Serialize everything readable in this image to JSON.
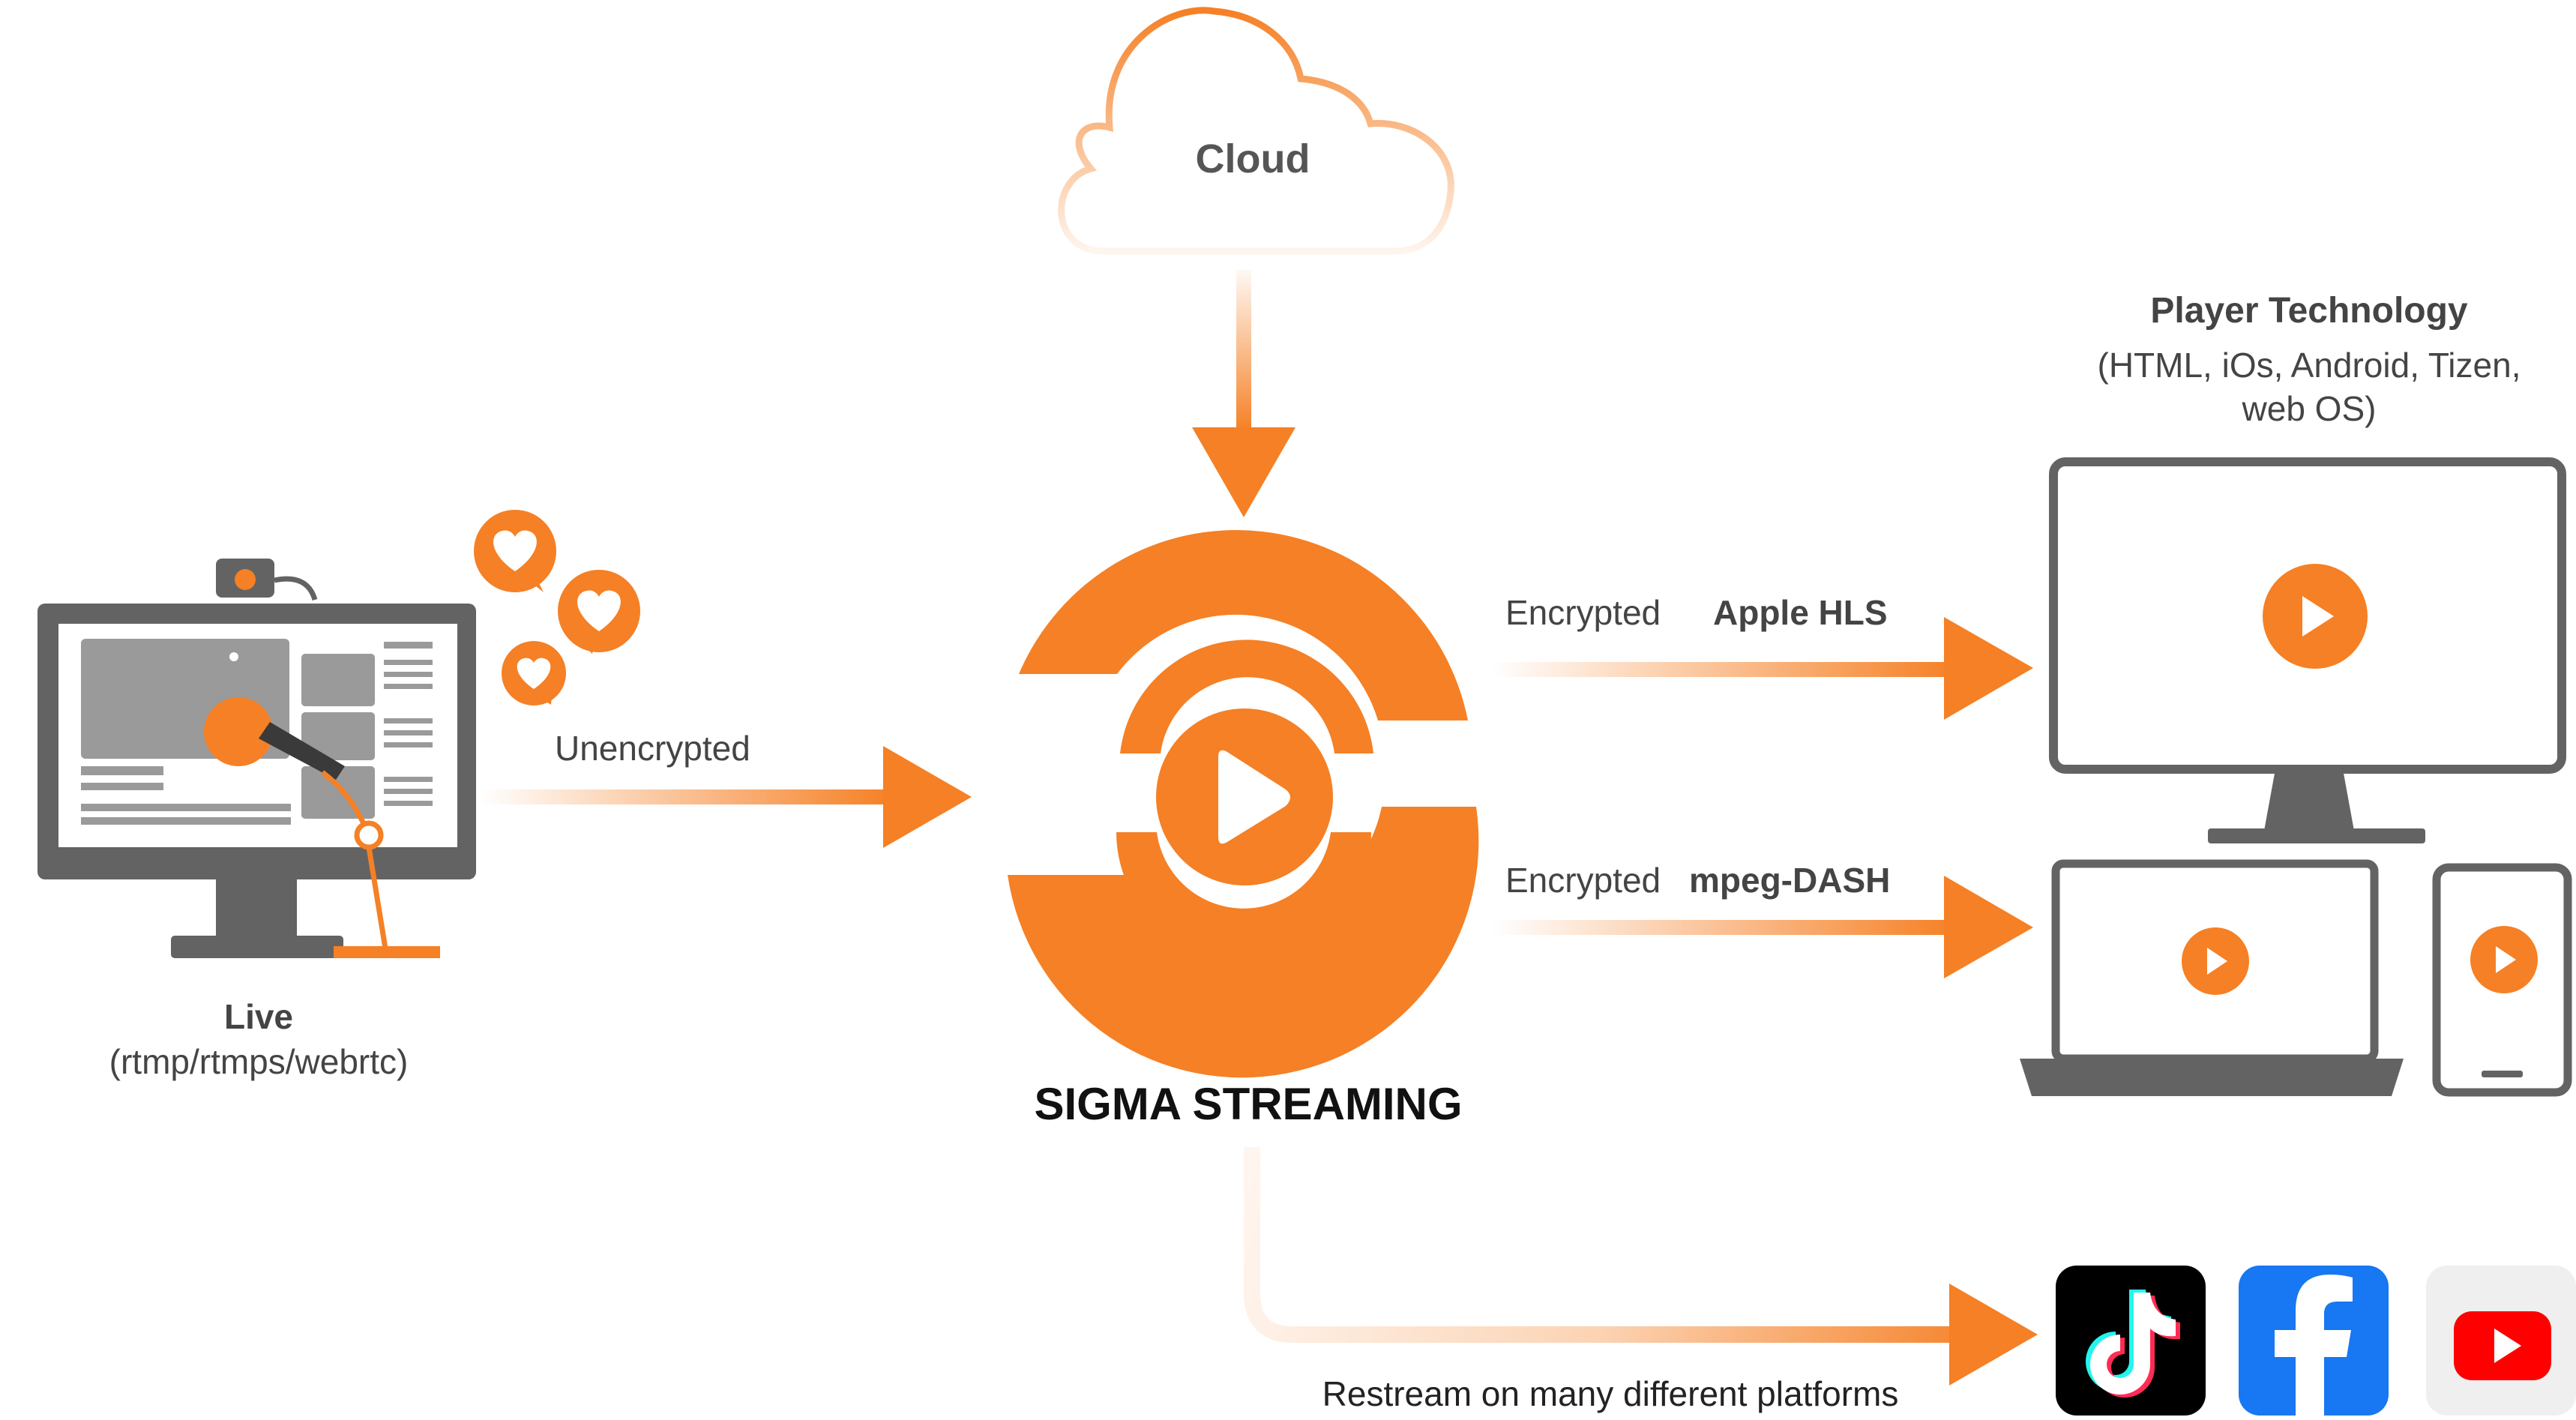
{
  "colors": {
    "accent": "#F58025",
    "gray": "#636363",
    "light_gray": "#9A9A9A",
    "text": "#444444"
  },
  "cloud": {
    "label": "Cloud"
  },
  "source": {
    "title": "Live",
    "protocols": "(rtmp/rtmps/webrtc)",
    "link_label": "Unencrypted",
    "reactions": [
      "heart-icon",
      "heart-icon",
      "heart-icon"
    ]
  },
  "hub": {
    "name": "SIGMA STREAMING"
  },
  "player": {
    "title": "Player Technology",
    "platforms_line1": "(HTML, iOs, Android, Tizen,",
    "platforms_line2": "web OS)",
    "devices": [
      "tv-icon",
      "laptop-icon",
      "phone-icon"
    ]
  },
  "outputs": [
    {
      "prefix": "Encrypted",
      "format": "Apple HLS"
    },
    {
      "prefix": "Encrypted",
      "format": "mpeg-DASH"
    }
  ],
  "restream": {
    "label": "Restream on many different platforms",
    "platforms": [
      "tiktok-icon",
      "facebook-icon",
      "youtube-icon"
    ]
  }
}
